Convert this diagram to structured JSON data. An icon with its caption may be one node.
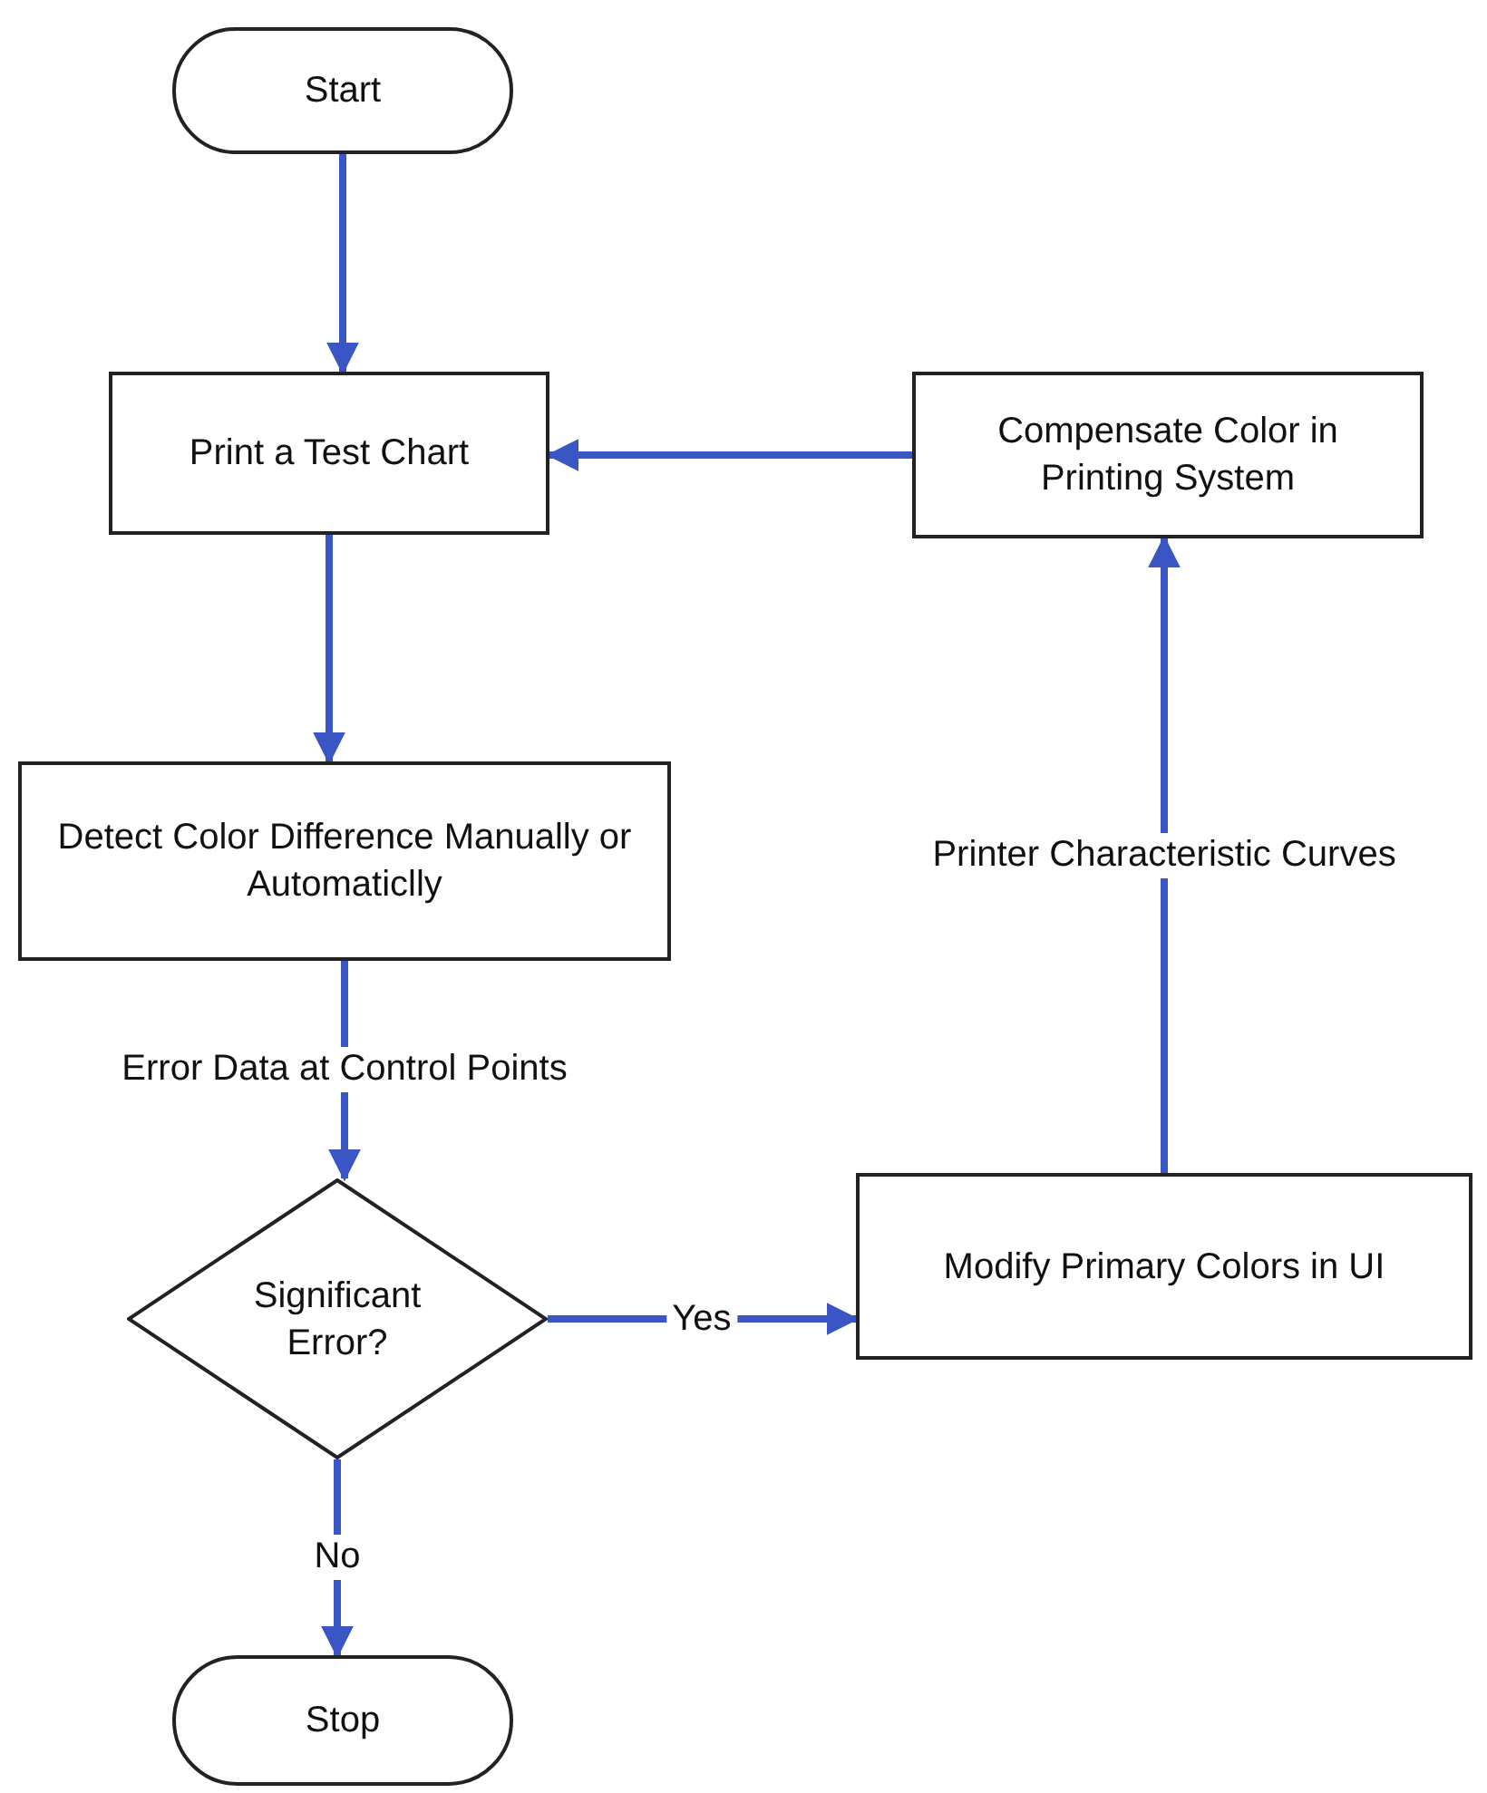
{
  "diagram": {
    "nodes": [
      {
        "text": [
          "Start"
        ]
      },
      {
        "text": [
          "Print a Test Chart"
        ]
      },
      {
        "text": [
          "Compensate Color in Printing System"
        ]
      },
      {
        "text": [
          "Detect Color Difference Manually or Automaticlly"
        ]
      },
      {
        "text": [
          "Significant Error?"
        ]
      },
      {
        "text": [
          "Modify Primary Colors in UI"
        ]
      },
      {
        "text": [
          "Stop"
        ]
      }
    ],
    "edges": [
      {
        "from": 0,
        "to": 1,
        "arrow": "to"
      },
      {
        "from": 2,
        "to": 1,
        "arrow": "to"
      },
      {
        "from": 1,
        "to": 3,
        "arrow": "to"
      },
      {
        "from": 3,
        "to": 4,
        "arrow": "to",
        "label": "Error Data at Control Points"
      },
      {
        "from": 4,
        "to": 5,
        "arrow": "to",
        "label": "Yes"
      },
      {
        "from": 5,
        "to": 2,
        "arrow": "to",
        "label": "Printer Characteristic Curves"
      },
      {
        "from": 4,
        "to": 6,
        "arrow": "to",
        "label": "No"
      }
    ]
  }
}
